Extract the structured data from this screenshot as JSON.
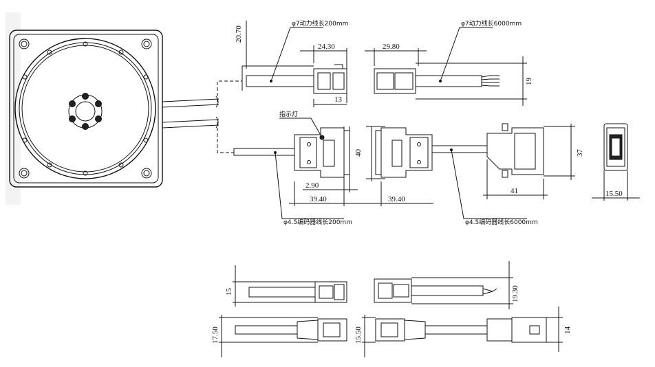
{
  "labels": {
    "power_cable_short": "φ7动力线长200mm",
    "power_cable_long": "φ7动力线长6000mm",
    "encoder_cable_short": "φ4.5编码器线长200mm",
    "encoder_cable_long": "φ4.5编码器线长6000mm",
    "indicator_light": "指示灯"
  },
  "dimensions": {
    "d_20_70": "20.70",
    "d_24_30": "24.30",
    "d_29_80": "29.80",
    "d_19": "19",
    "d_13": "13",
    "d_40": "40",
    "d_37": "37",
    "d_2_90": "2.90",
    "d_39_40_left": "39.40",
    "d_39_40_right": "39.40",
    "d_41": "41",
    "d_15_50_top": "15.50",
    "d_15": "15",
    "d_19_30": "19.30",
    "d_17_50": "17.50",
    "d_15_50_bottom": "15.50",
    "d_14": "14"
  }
}
